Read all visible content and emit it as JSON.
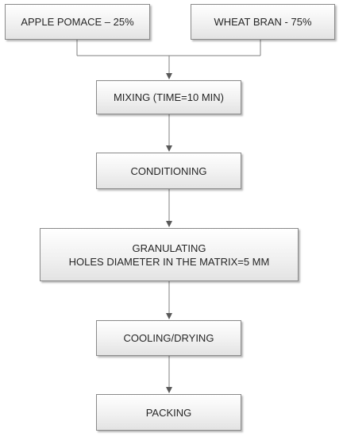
{
  "flowchart": {
    "inputs": {
      "left": "APPLE POMACE – 25%",
      "right": "WHEAT BRAN - 75%"
    },
    "steps": {
      "mixing": "MIXING (TIME=10 MIN)",
      "conditioning": "CONDITIONING",
      "granulating_title": "GRANULATING",
      "granulating_detail": "HOLES DIAMETER IN THE MATRIX=5 MM",
      "cooling": "COOLING/DRYING",
      "packing": "PACKING"
    }
  }
}
